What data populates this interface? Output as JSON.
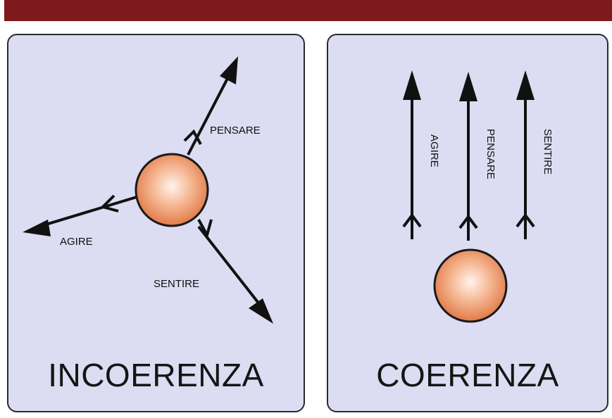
{
  "colors": {
    "band": "#7e1a1d",
    "panel_bg": "#dcdcf2",
    "ball_outer": "#e8875a",
    "ball_inner": "#fff1e8",
    "arrow": "#111111"
  },
  "left_panel": {
    "caption": "INCOERENZA",
    "labels": {
      "pensare": "PENSARE",
      "agire": "AGIRE",
      "sentire": "SENTIRE"
    }
  },
  "right_panel": {
    "caption": "COERENZA",
    "labels": {
      "agire": "AGIRE",
      "pensare": "PENSARE",
      "sentire": "SENTIRE"
    }
  }
}
